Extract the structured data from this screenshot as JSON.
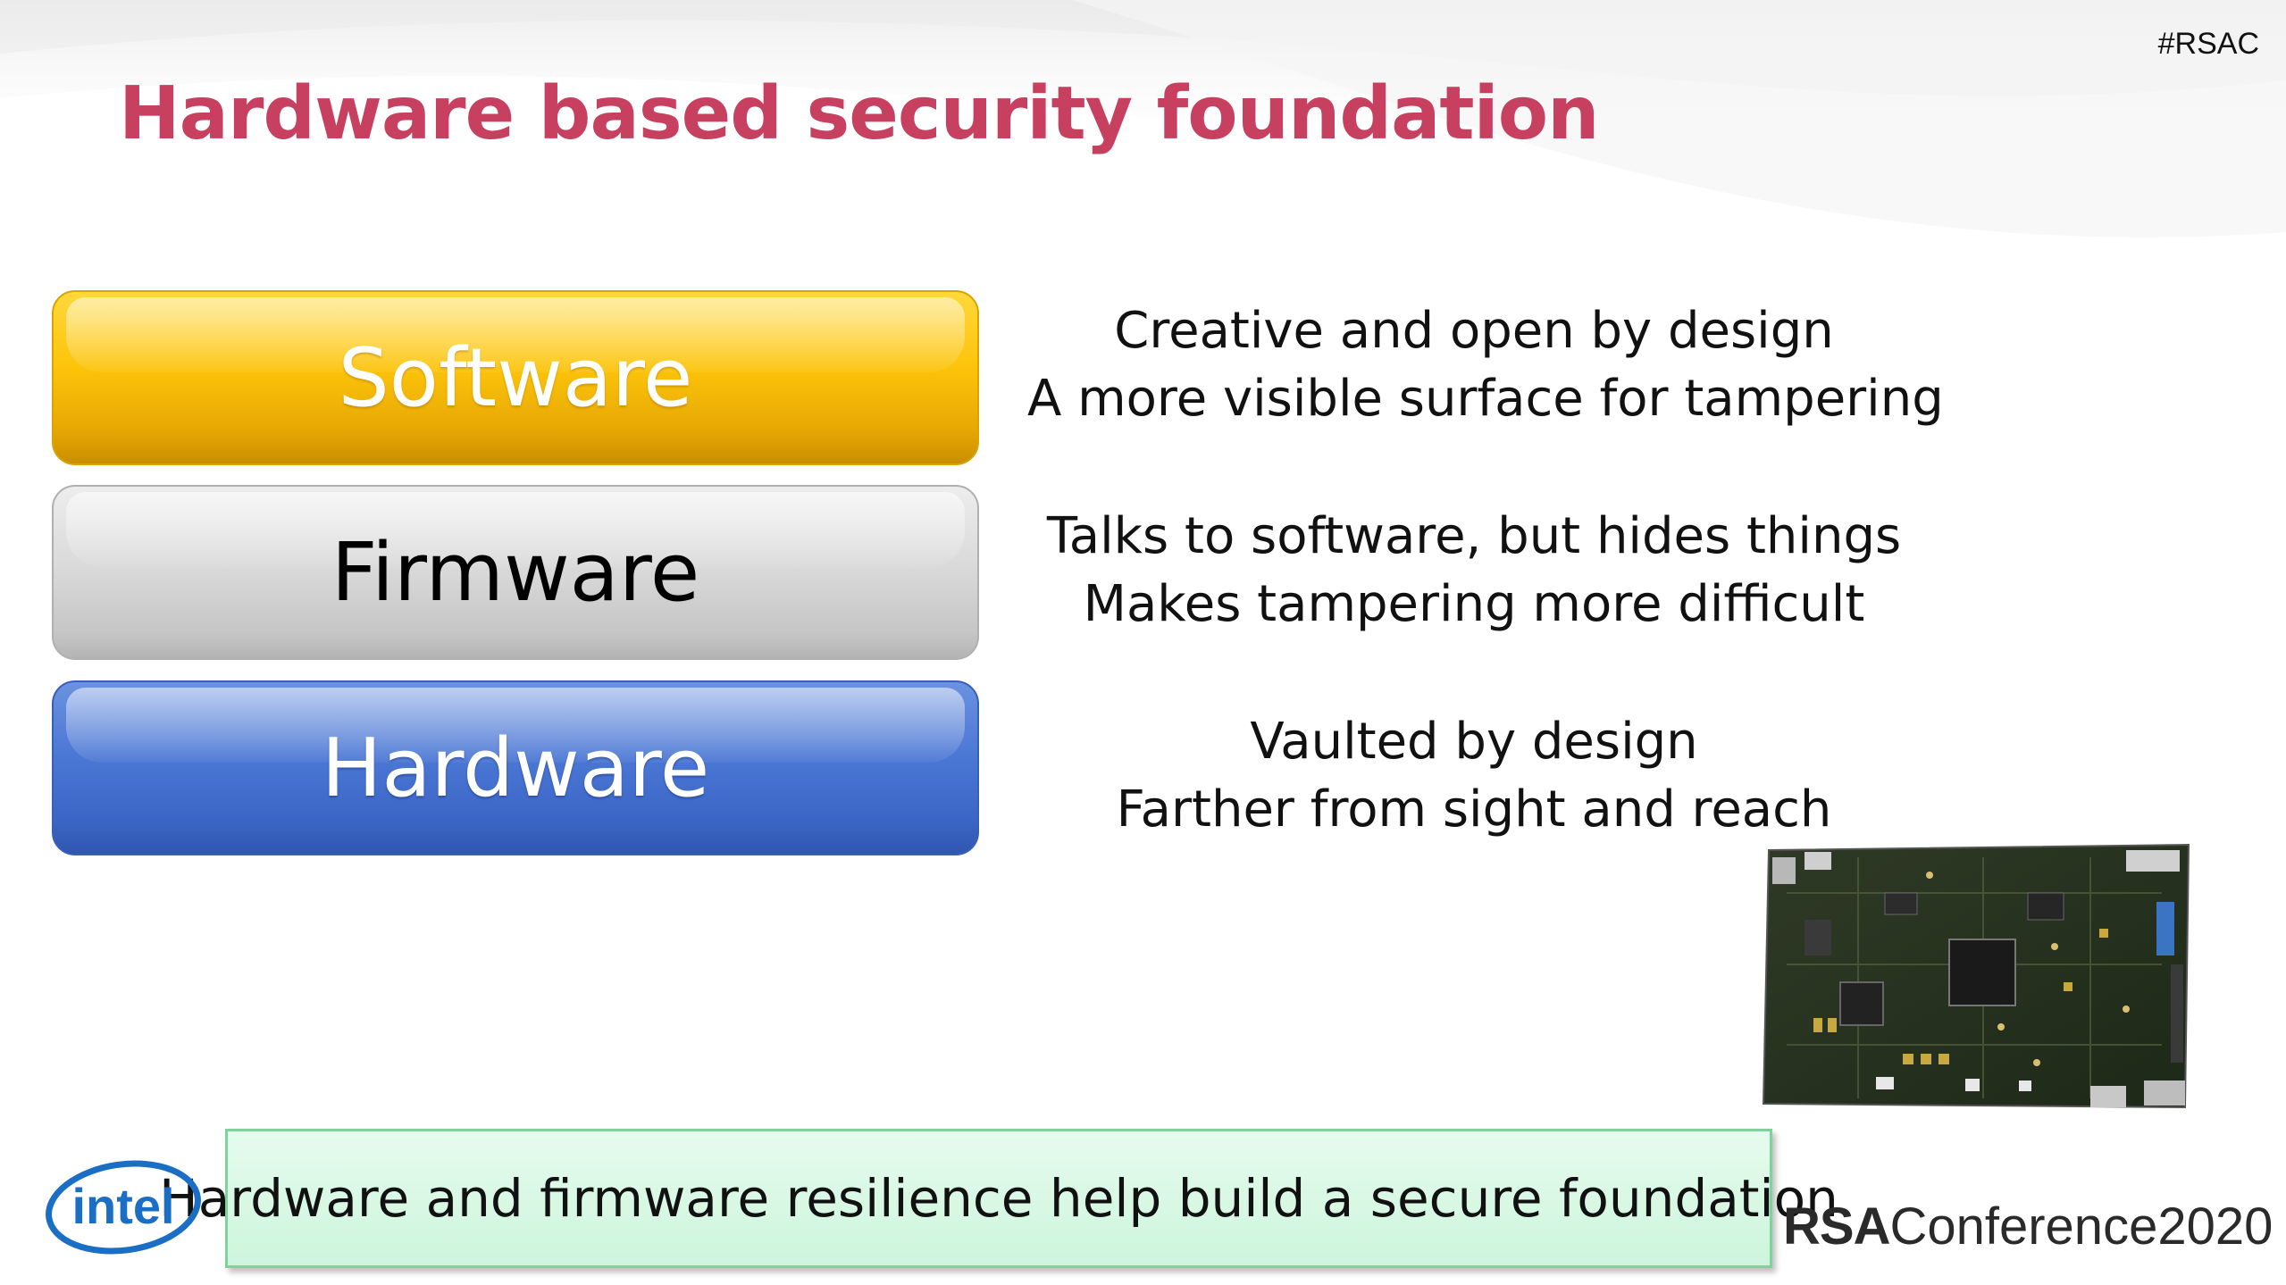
{
  "slide": {
    "hashtag": "#RSAC",
    "title": "Hardware based security foundation",
    "title_color": "#c7405f"
  },
  "layers": [
    {
      "label": "Software",
      "color": "#fcc30a"
    },
    {
      "label": "Firmware",
      "color": "#d8d8d8"
    },
    {
      "label": "Hardware",
      "color": "#4a76d4"
    }
  ],
  "descriptions": [
    {
      "line1": "Creative and open by design",
      "line2": "A more visible surface for tampering"
    },
    {
      "line1": "Talks to software, but hides things",
      "line2": "Makes tampering more difficult"
    },
    {
      "line1": "Vaulted by design",
      "line2": "Farther from sight and reach"
    }
  ],
  "callout": {
    "text": "Hardware and firmware resilience help build a secure foundation",
    "color": "#cdf5dc"
  },
  "logos": {
    "intel": "intel",
    "rsa_bold": "RSA",
    "rsa_rest": "Conference2020"
  },
  "icons": {
    "board_image": "circuit-board-image"
  }
}
